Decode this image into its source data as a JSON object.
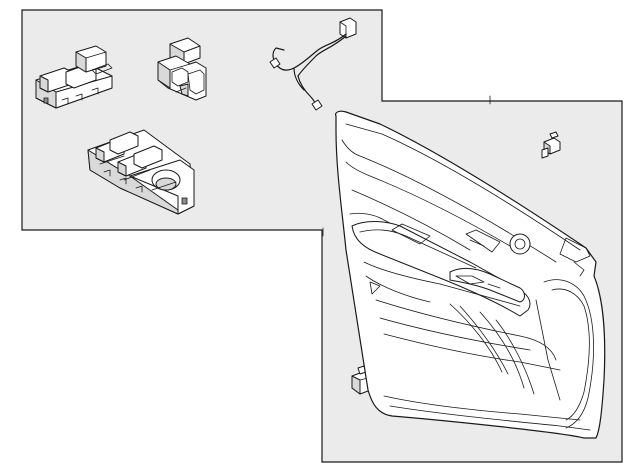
{
  "diagram": {
    "colors": {
      "background_panel": "#ebebeb",
      "page": "#ffffff",
      "line": "#1a1a1a"
    },
    "parts": [
      "small-window-switch",
      "switch-bracket",
      "wiring-harness",
      "master-window-switch",
      "door-trim-panel",
      "upper-clip",
      "lower-clip"
    ]
  }
}
